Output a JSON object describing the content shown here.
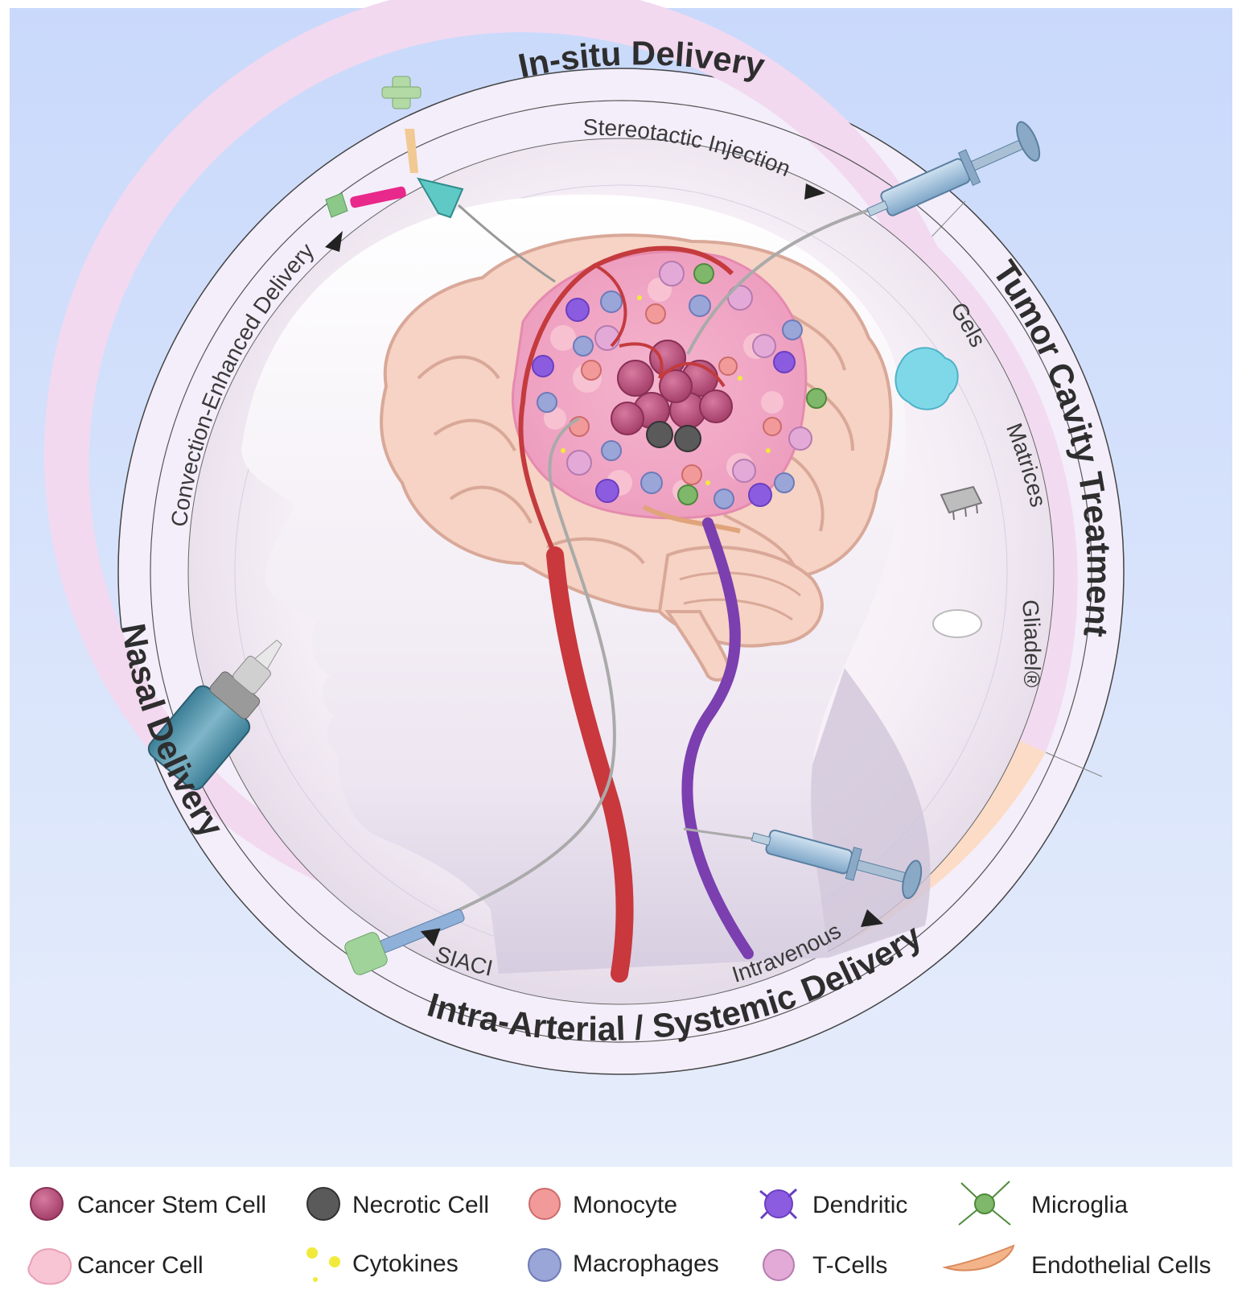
{
  "ring_titles": {
    "in_situ": "In-situ Delivery",
    "tumor_cavity": "Tumor Cavity Treatment",
    "nasal": "Nasal Delivery",
    "systemic": "Intra-Arterial / Systemic Delivery"
  },
  "sub_labels": {
    "stereotactic": "Stereotactic Injection",
    "convection": "Convection-Enhanced Delivery",
    "gels": "Gels",
    "matrices": "Matrices",
    "gliadel": "Gliadel®",
    "siaci": "SIACI",
    "intravenous": "Intravenous"
  },
  "legend": [
    {
      "label": "Cancer Stem Cell",
      "icon": "cancer-stem-cell-icon"
    },
    {
      "label": "Necrotic Cell",
      "icon": "necrotic-cell-icon"
    },
    {
      "label": "Monocyte",
      "icon": "monocyte-icon"
    },
    {
      "label": "Dendritic",
      "icon": "dendritic-icon"
    },
    {
      "label": "Microglia",
      "icon": "microglia-icon"
    },
    {
      "label": "Cancer Cell",
      "icon": "cancer-cell-icon"
    },
    {
      "label": "Cytokines",
      "icon": "cytokines-icon"
    },
    {
      "label": "Macrophages",
      "icon": "macrophages-icon"
    },
    {
      "label": "T-Cells",
      "icon": "t-cells-icon"
    },
    {
      "label": "Endothelial Cells",
      "icon": "endothelial-cells-icon"
    }
  ],
  "colors": {
    "background_top": "#cddcfb",
    "background_bottom": "#e4ebfb",
    "in_situ_band": "#f2d9ef",
    "systemic_band": "#fbd9c4",
    "artery": "#c8383c",
    "vein": "#7b3fb0",
    "brain": "#f6d3c4",
    "tumor_core": "#c0547c",
    "legend_bg": "#ffffff"
  }
}
